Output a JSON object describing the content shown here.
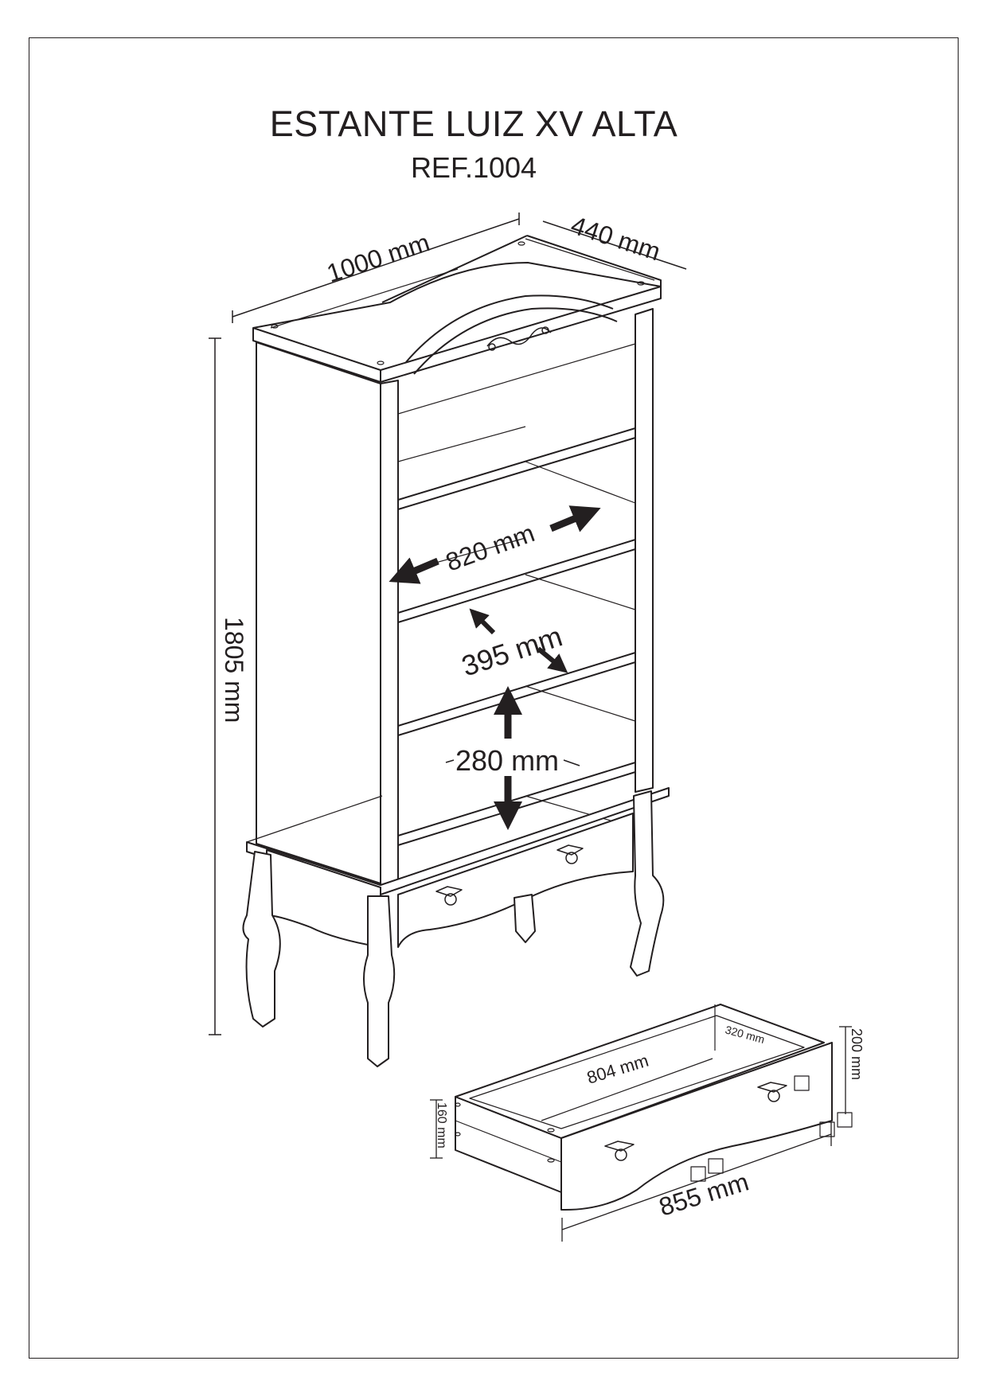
{
  "title": "ESTANTE LUIZ XV ALTA",
  "reference": "REF.1004",
  "dimensions": {
    "width": "1000 mm",
    "depth": "440 mm",
    "height": "1805 mm",
    "shelf_width": "820 mm",
    "shelf_depth": "395 mm",
    "shelf_spacing": "280 mm"
  },
  "drawer": {
    "inner_width": "804 mm",
    "inner_depth": "320 mm",
    "outer_width": "855 mm",
    "front_height": "200 mm",
    "side_height": "160 mm"
  },
  "colors": {
    "line": "#231f20",
    "background": "#ffffff"
  }
}
